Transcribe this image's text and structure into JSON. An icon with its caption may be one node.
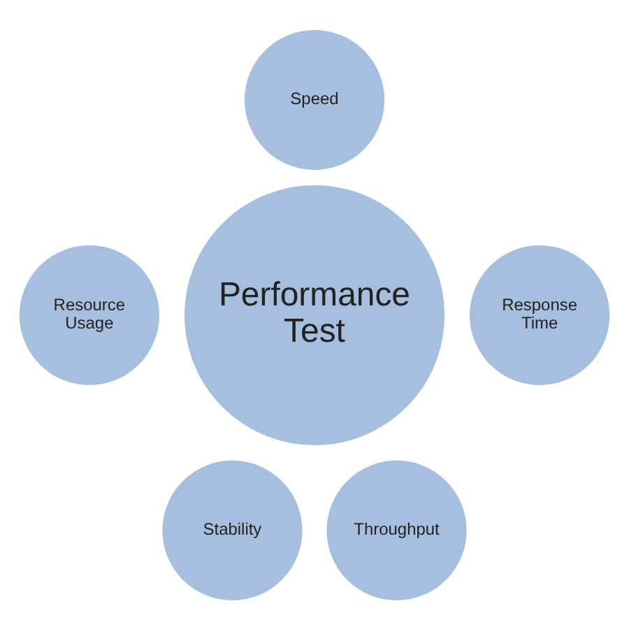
{
  "diagram": {
    "nodes": [
      {
        "text": [
          "Speed"
        ]
      },
      {
        "text": [
          "Resource Usage"
        ]
      },
      {
        "text": [
          "Performance Test"
        ]
      },
      {
        "text": [
          "Response Time"
        ]
      },
      {
        "text": [
          "Stability"
        ]
      },
      {
        "text": [
          "Throughput"
        ]
      }
    ]
  }
}
